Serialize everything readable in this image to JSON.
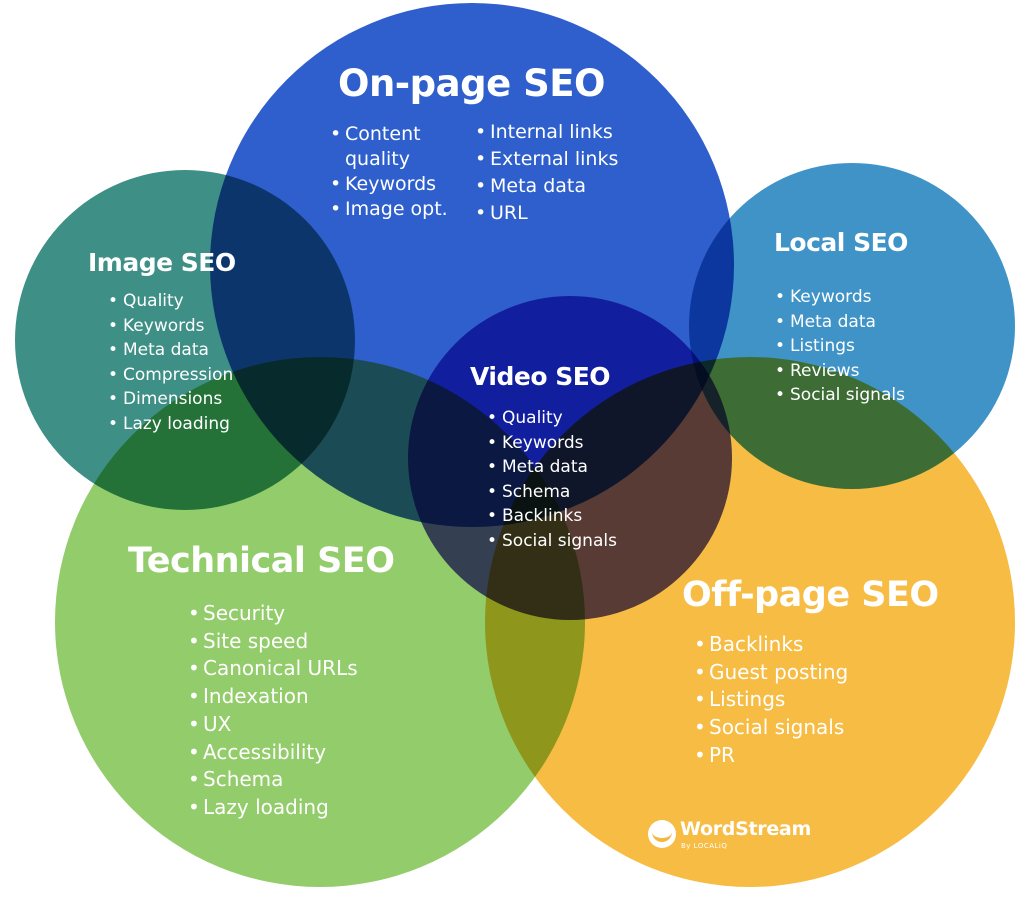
{
  "colors": {
    "onpage": "#2e5fcc",
    "image": "#3e8f86",
    "local": "#3f93c7",
    "video": "#5a4fc4",
    "technical": "#93cc6a",
    "offpage": "#f6bc43",
    "text": "#ffffff"
  },
  "onpage": {
    "title": "On-page SEO",
    "column_a": [
      "Content quality",
      "Keywords",
      "Image opt."
    ],
    "column_b": [
      "Internal links",
      "External links",
      "Meta data",
      "URL"
    ]
  },
  "image": {
    "title": "Image SEO",
    "items": [
      "Quality",
      "Keywords",
      "Meta data",
      "Compression",
      "Dimensions",
      "Lazy loading"
    ]
  },
  "local": {
    "title": "Local SEO",
    "items": [
      "Keywords",
      "Meta data",
      "Listings",
      "Reviews",
      "Social signals"
    ]
  },
  "video": {
    "title": "Video SEO",
    "items": [
      "Quality",
      "Keywords",
      "Meta data",
      "Schema",
      "Backlinks",
      "Social signals"
    ]
  },
  "technical": {
    "title": "Technical SEO",
    "items": [
      "Security",
      "Site speed",
      "Canonical URLs",
      "Indexation",
      "UX",
      "Accessibility",
      "Schema",
      "Lazy loading"
    ]
  },
  "offpage": {
    "title": "Off-page SEO",
    "items": [
      "Backlinks",
      "Guest posting",
      "Listings",
      "Social signals",
      "PR"
    ]
  },
  "brand": {
    "name": "WordStream",
    "tagline": "By LOCALiQ",
    "icon": "wordstream-logo-icon"
  }
}
